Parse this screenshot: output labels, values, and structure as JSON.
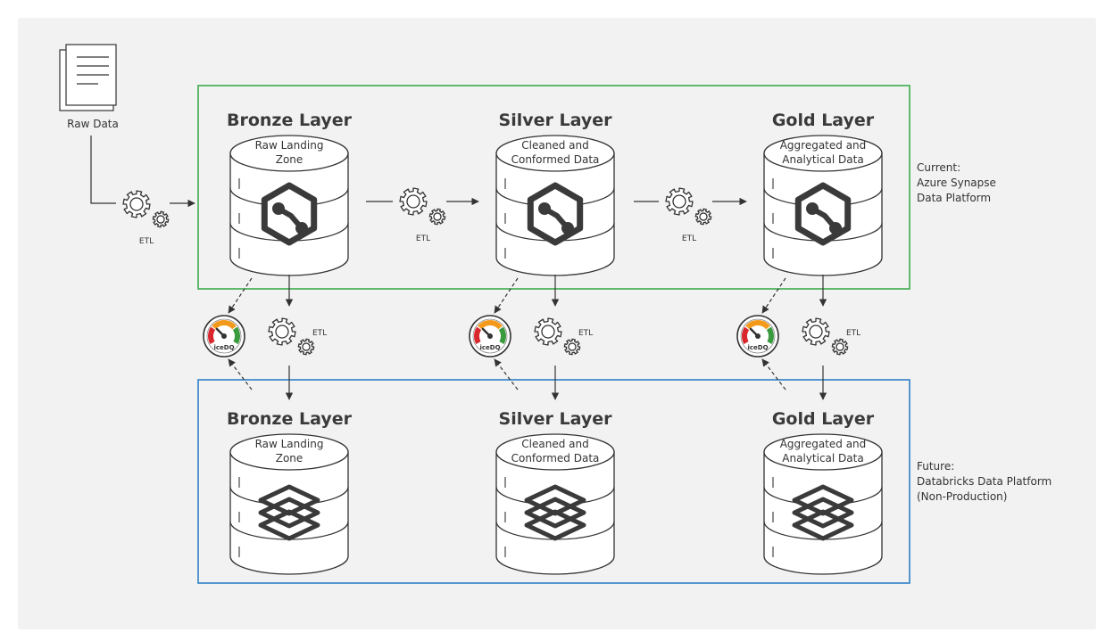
{
  "source": {
    "label": "Raw Data"
  },
  "current": {
    "label_lines": [
      "Current:",
      "Azure Synapse",
      "Data Platform"
    ],
    "layers": [
      {
        "title": "Bronze Layer",
        "db_lines": [
          "Raw Landing",
          "Zone"
        ]
      },
      {
        "title": "Silver Layer",
        "db_lines": [
          "Cleaned and",
          "Conformed Data"
        ]
      },
      {
        "title": "Gold Layer",
        "db_lines": [
          "Aggregated and",
          "Analytical Data"
        ]
      }
    ]
  },
  "future": {
    "label_lines": [
      "Future:",
      "Databricks Data Platform",
      "(Non-Production)"
    ],
    "layers": [
      {
        "title": "Bronze Layer",
        "db_lines": [
          "Raw Landing",
          "Zone"
        ]
      },
      {
        "title": "Silver Layer",
        "db_lines": [
          "Cleaned and",
          "Conformed Data"
        ]
      },
      {
        "title": "Gold Layer",
        "db_lines": [
          "Aggregated and",
          "Analytical Data"
        ]
      }
    ]
  },
  "etl": {
    "label": "ETL"
  },
  "dq": {
    "label": "iceDQ"
  },
  "colors": {
    "background": "#f2f2f2",
    "current_border": "#3cab4b",
    "future_border": "#2f7fc8",
    "icon": "#333333",
    "gauge_red": "#d9272e",
    "gauge_orange": "#f39a1d",
    "gauge_green": "#3a9a3e"
  }
}
